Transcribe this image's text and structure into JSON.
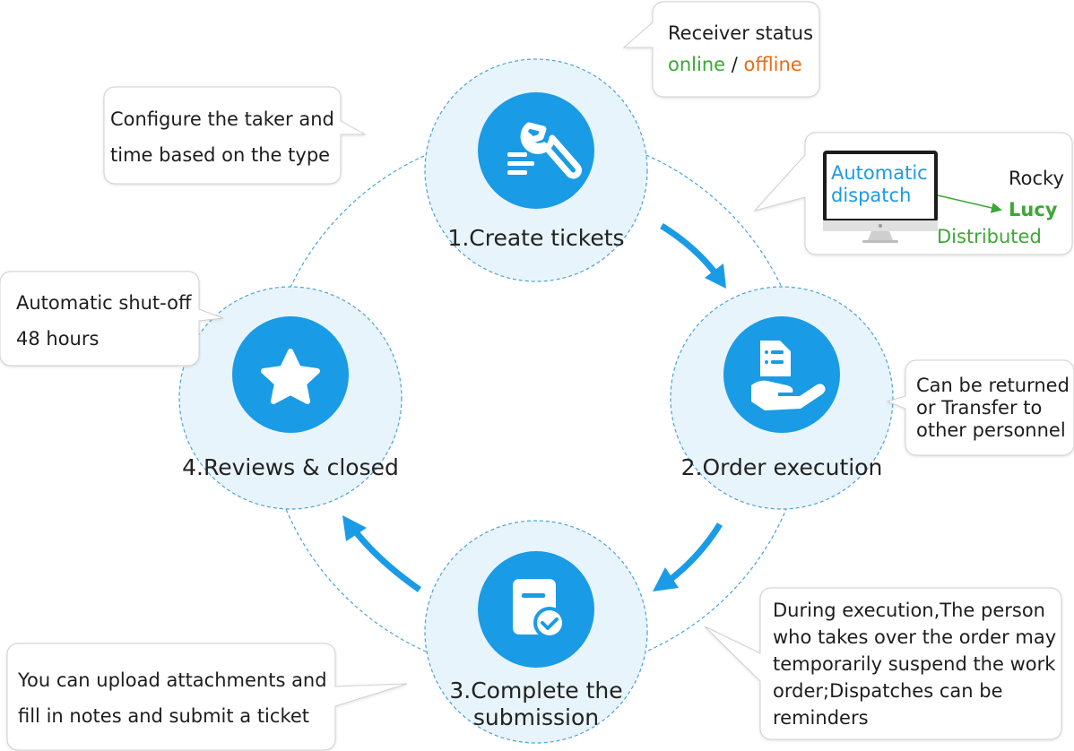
{
  "steps": [
    {
      "label": "1.Create tickets",
      "icon": "wrench-icon"
    },
    {
      "label": "2.Order execution",
      "icon": "hand-document-icon"
    },
    {
      "label_line1": "3.Complete the",
      "label_line2": "submission",
      "icon": "document-check-icon"
    },
    {
      "label": "4.Reviews & closed",
      "icon": "star-icon"
    }
  ],
  "callouts": {
    "receiver": {
      "line1": "Receiver status",
      "online": "online",
      "slash": " / ",
      "offline": "offline"
    },
    "configure": {
      "line1": "Configure the taker and",
      "line2": "time based on the type"
    },
    "dispatch": {
      "screen_line1": "Automatic",
      "screen_line2": "dispatch",
      "name1": "Rocky",
      "name2": "Lucy",
      "status": "Distributed"
    },
    "shutoff": {
      "line1": "Automatic shut-off",
      "line2": "48 hours"
    },
    "returned": {
      "line1": "Can be returned",
      "line2": "or Transfer to",
      "line3": "other personnel"
    },
    "execution": {
      "line1": "During execution,The person",
      "line2": "who takes over the order may",
      "line3": "temporarily suspend the work",
      "line4": "order;Dispatches can be",
      "line5": "reminders"
    },
    "upload": {
      "line1": "You can upload attachments and",
      "line2": "fill in notes and submit a ticket"
    }
  },
  "colors": {
    "accent": "#1a9be6",
    "circle_fill": "#e8f4fb",
    "circle_stroke": "#4aa3d8",
    "online": "#3aa935",
    "offline": "#e96c14",
    "dispatch_text": "#1a9be6"
  }
}
